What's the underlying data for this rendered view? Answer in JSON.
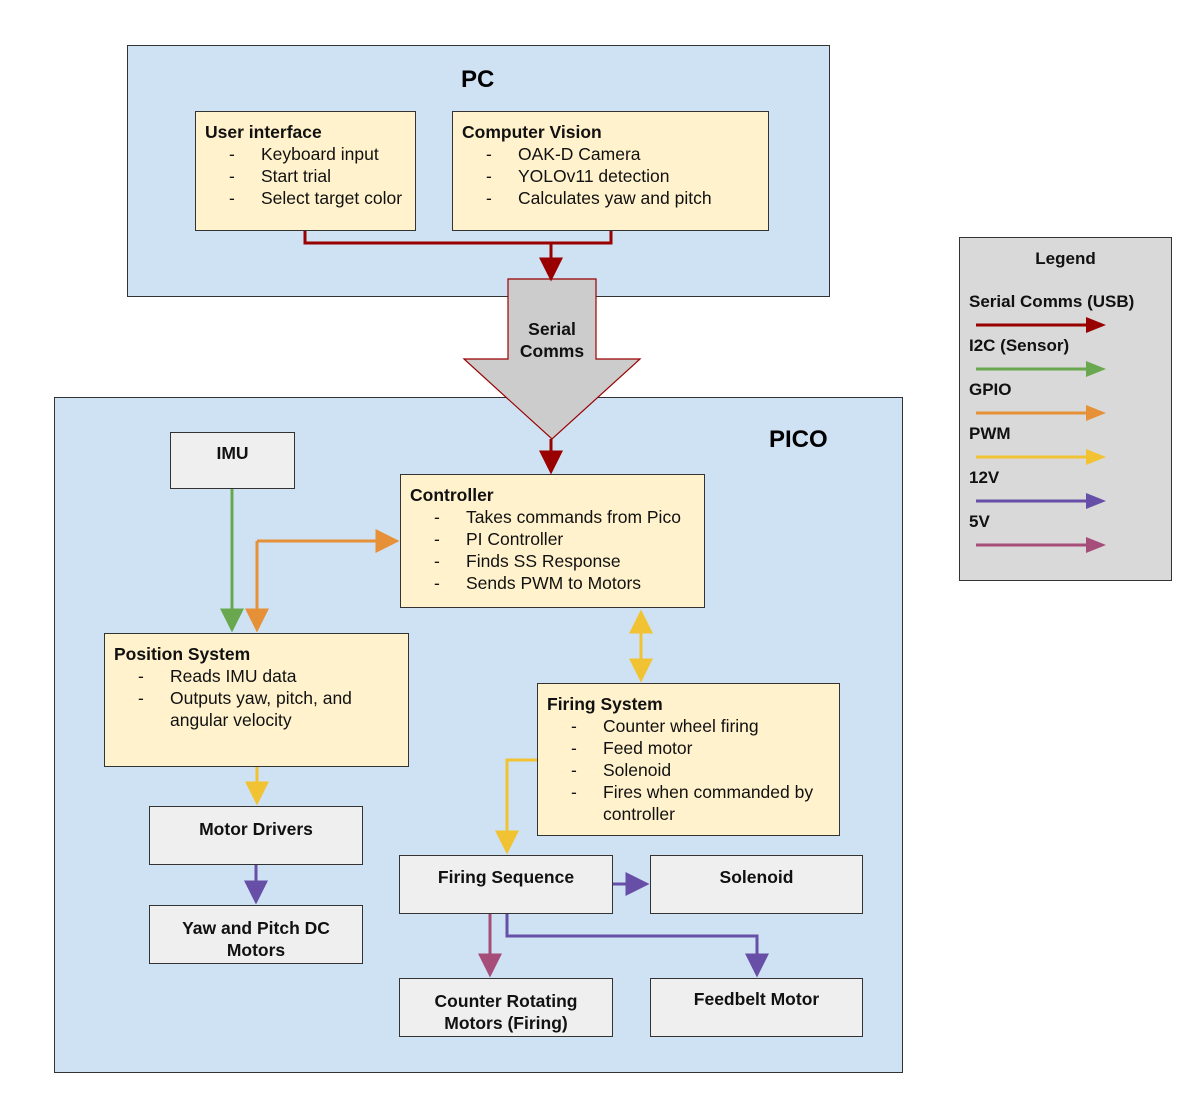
{
  "pc": {
    "title": "PC",
    "user_interface": {
      "title": "User interface",
      "items": [
        "Keyboard input",
        "Start trial",
        "Select target color"
      ]
    },
    "computer_vision": {
      "title": "Computer Vision",
      "items": [
        "OAK-D Camera",
        "YOLOv11 detection",
        "Calculates yaw and pitch"
      ]
    }
  },
  "serial_comms": {
    "line1": "Serial",
    "line2": "Comms"
  },
  "pico": {
    "title": "PICO",
    "imu": "IMU",
    "controller": {
      "title": "Controller",
      "items": [
        "Takes commands from Pico",
        "PI Controller",
        "Finds SS Response",
        "Sends PWM to Motors"
      ]
    },
    "position_system": {
      "title": "Position System",
      "items": [
        "Reads IMU data",
        "Outputs yaw, pitch, and angular velocity"
      ]
    },
    "firing_system": {
      "title": "Firing System",
      "items": [
        "Counter wheel firing",
        "Feed motor",
        "Solenoid",
        "Fires when commanded by controller"
      ]
    },
    "motor_drivers": "Motor Drivers",
    "yaw_pitch_motors": {
      "line1": "Yaw and Pitch DC",
      "line2": "Motors"
    },
    "firing_sequence": "Firing Sequence",
    "solenoid": "Solenoid",
    "counter_rotating": {
      "line1": "Counter Rotating",
      "line2": "Motors (Firing)"
    },
    "feedbelt_motor": "Feedbelt Motor"
  },
  "legend": {
    "title": "Legend",
    "entries": [
      {
        "label": "Serial Comms (USB)",
        "color": "#990000"
      },
      {
        "label": "I2C (Sensor)",
        "color": "#6aa84f"
      },
      {
        "label": "GPIO",
        "color": "#e69138"
      },
      {
        "label": "PWM",
        "color": "#f1c232"
      },
      {
        "label": "12V",
        "color": "#674ea7"
      },
      {
        "label": "5V",
        "color": "#a64d79"
      }
    ]
  },
  "colors": {
    "serial": "#990000",
    "i2c": "#6aa84f",
    "gpio": "#e69138",
    "pwm": "#f1c232",
    "v12": "#674ea7",
    "v5": "#a64d79",
    "region_fill": "#cfe2f3",
    "box_yellow": "#fff2cc",
    "box_grey": "#efefef",
    "legend_fill": "#d9d9d9"
  }
}
